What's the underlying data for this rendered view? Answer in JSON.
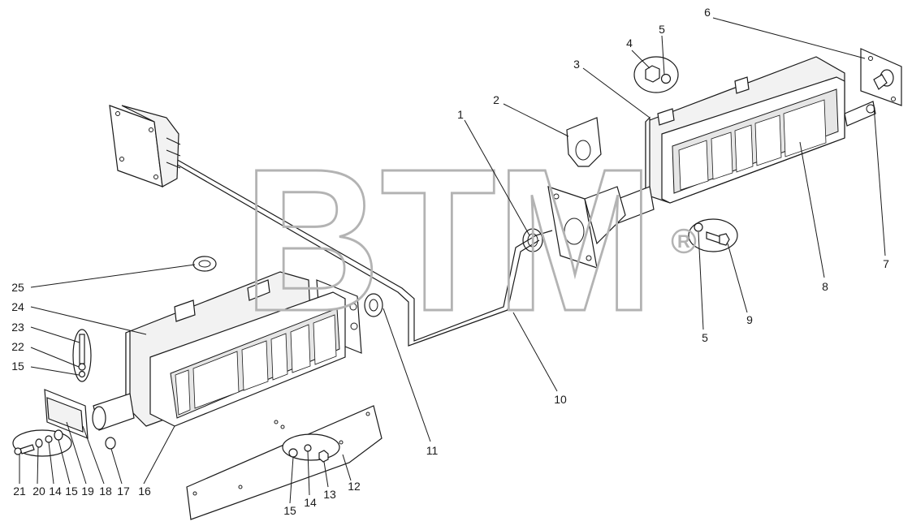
{
  "watermark": {
    "text": "BTM",
    "registered": "R"
  },
  "callouts": [
    {
      "id": "c1",
      "label": "1"
    },
    {
      "id": "c2",
      "label": "2"
    },
    {
      "id": "c3",
      "label": "3"
    },
    {
      "id": "c4",
      "label": "4"
    },
    {
      "id": "c5a",
      "label": "5"
    },
    {
      "id": "c6",
      "label": "6"
    },
    {
      "id": "c7",
      "label": "7"
    },
    {
      "id": "c8",
      "label": "8"
    },
    {
      "id": "c5b",
      "label": "5"
    },
    {
      "id": "c9",
      "label": "9"
    },
    {
      "id": "c10",
      "label": "10"
    },
    {
      "id": "c11",
      "label": "11"
    },
    {
      "id": "c25",
      "label": "25"
    },
    {
      "id": "c24",
      "label": "24"
    },
    {
      "id": "c23",
      "label": "23"
    },
    {
      "id": "c22",
      "label": "22"
    },
    {
      "id": "c15a",
      "label": "15"
    },
    {
      "id": "c21",
      "label": "21"
    },
    {
      "id": "c20",
      "label": "20"
    },
    {
      "id": "c14a",
      "label": "14"
    },
    {
      "id": "c15b",
      "label": "15"
    },
    {
      "id": "c19",
      "label": "19"
    },
    {
      "id": "c18",
      "label": "18"
    },
    {
      "id": "c17",
      "label": "17"
    },
    {
      "id": "c16",
      "label": "16"
    },
    {
      "id": "c15c",
      "label": "15"
    },
    {
      "id": "c14b",
      "label": "14"
    },
    {
      "id": "c13",
      "label": "13"
    },
    {
      "id": "c12",
      "label": "12"
    }
  ]
}
